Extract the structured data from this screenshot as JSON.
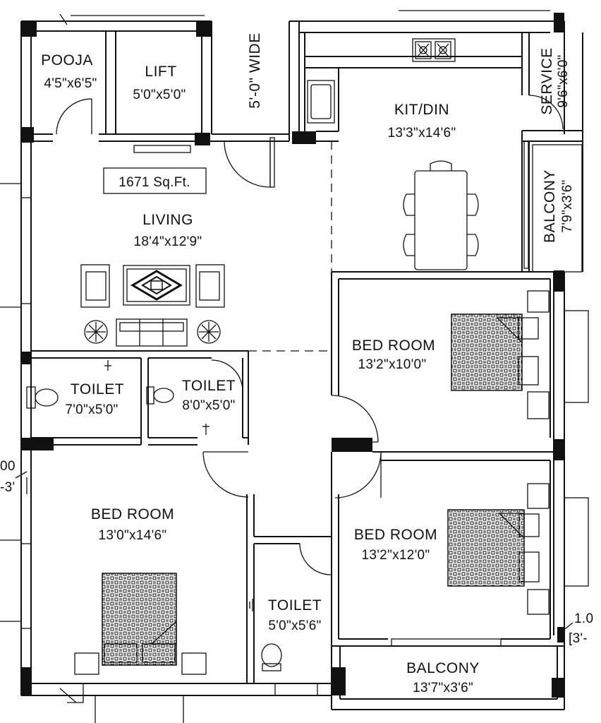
{
  "plan": {
    "area": "1671 Sq.Ft.",
    "corridor": "5'-0\" WIDE",
    "rooms": [
      {
        "id": "pooja",
        "name": "POOJA",
        "size": "4'5\"x6'5\""
      },
      {
        "id": "lift",
        "name": "LIFT",
        "size": "5'0\"x5'0\""
      },
      {
        "id": "kitdin",
        "name": "KIT/DIN",
        "size": "13'3\"x14'6\""
      },
      {
        "id": "service",
        "name": "SERVICE",
        "size": "9'6\"x6'0\""
      },
      {
        "id": "balcony1",
        "name": "BALCONY",
        "size": "7'9\"x3'6\""
      },
      {
        "id": "living",
        "name": "LIVING",
        "size": "18'4\"x12'9\""
      },
      {
        "id": "toilet1",
        "name": "TOILET",
        "size": "7'0\"x5'0\""
      },
      {
        "id": "toilet2",
        "name": "TOILET",
        "size": "8'0\"x5'0\""
      },
      {
        "id": "bed1",
        "name": "BED ROOM",
        "size": "13'2\"x10'0\""
      },
      {
        "id": "bed2",
        "name": "BED ROOM",
        "size": "13'0\"x14'6\""
      },
      {
        "id": "bed3",
        "name": "BED ROOM",
        "size": "13'2\"x12'0\""
      },
      {
        "id": "toilet3",
        "name": "TOILET",
        "size": "5'0\"x5'6\""
      },
      {
        "id": "balcony2",
        "name": "BALCONY",
        "size": "13'7\"x3'6\""
      }
    ],
    "edge_marks": {
      "left_top": "00",
      "left_bottom": "-3'",
      "right_top": "1.0",
      "right_bottom": "[3'-"
    }
  }
}
